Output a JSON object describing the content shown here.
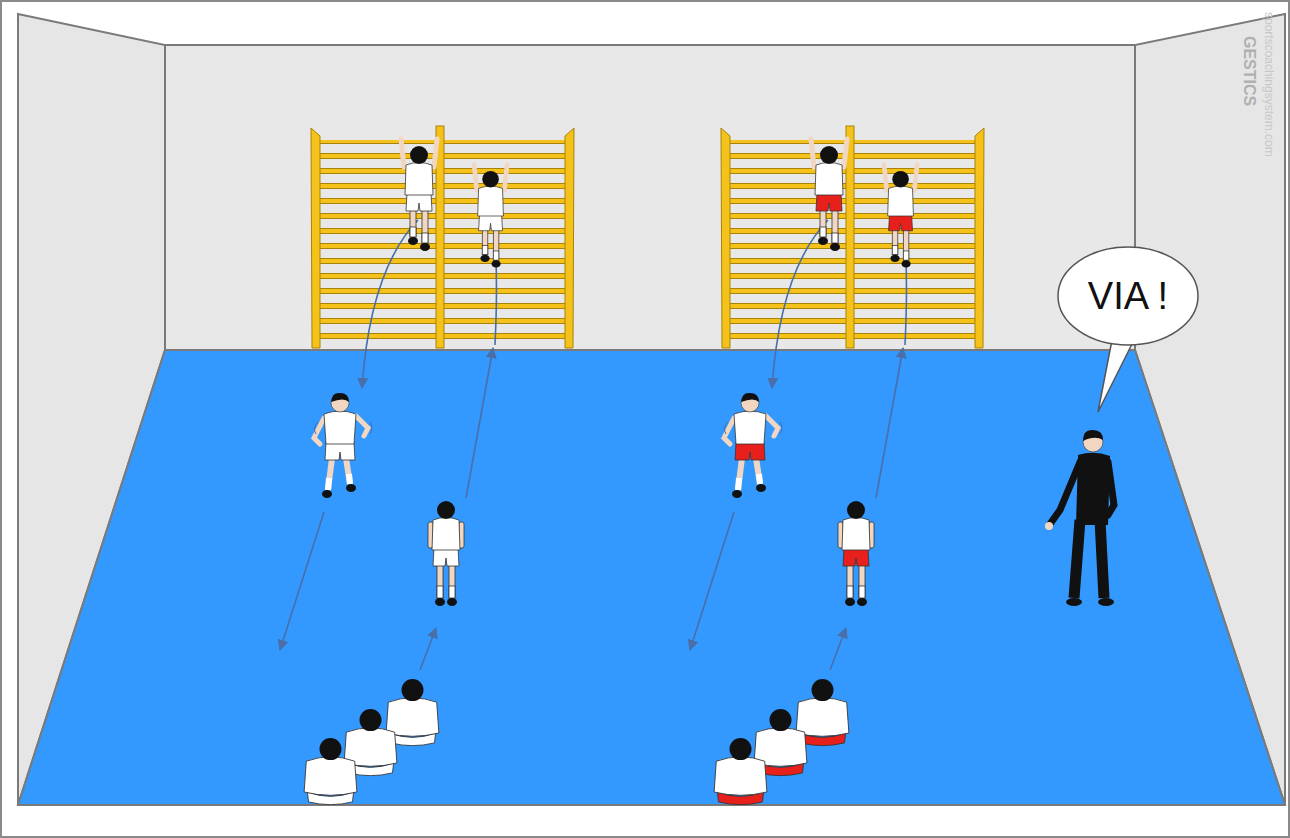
{
  "diagram": {
    "nodes": [
      {
        "text": [
          "VIA !"
        ]
      }
    ],
    "labels": [
      "sportscoachingsystem.com",
      "GESTICS"
    ]
  }
}
